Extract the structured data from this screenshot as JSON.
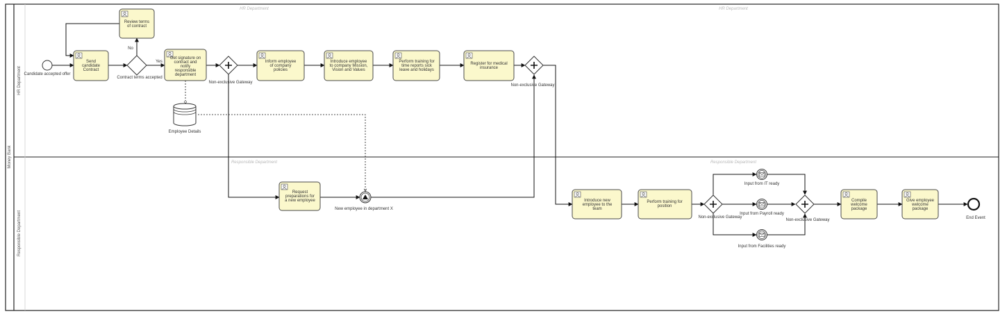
{
  "pool": {
    "label": "Money Bank"
  },
  "lanes": [
    {
      "label": "HR Department",
      "header_left": "HR Department",
      "header_right": "HR Department"
    },
    {
      "label": "Responsible Department",
      "header_left": "Responsible Department",
      "header_right": "Responsible Department"
    }
  ],
  "events": {
    "start": "Candidate accepted offer",
    "intermediate": "New employee in department X",
    "msg_it": "Input from IT ready",
    "msg_payroll": "Input from Payroll ready",
    "msg_facilities": "Input from Facilities ready",
    "end": "End Event"
  },
  "tasks": {
    "send_contract": [
      "Send",
      "candidate",
      "Contract"
    ],
    "review_terms": [
      "Review terms",
      "of contract"
    ],
    "get_signature": [
      "Get signature on",
      "contract and",
      "notify",
      "responsible",
      "department"
    ],
    "inform_policies": [
      "Inform employee",
      "of company",
      "policies"
    ],
    "introduce_mission": [
      "Introduce employee",
      "to company Mission,",
      "Vision and Values"
    ],
    "perform_training_hr": [
      "Perform training for",
      "time reports sick",
      "leave and holidays"
    ],
    "register_insurance": [
      "Register for medical",
      "insurance"
    ],
    "request_prep": [
      "Request",
      "preparations for",
      "a new employee"
    ],
    "introduce_team": [
      "Introduce new",
      "employee to the",
      "team"
    ],
    "training_position": [
      "Perform training for",
      "position"
    ],
    "compile_package": [
      "Compile",
      "welcome",
      "package"
    ],
    "give_package": [
      "Give employee",
      "welcome",
      "package"
    ]
  },
  "gateways": {
    "contract_accepted": "Contract terms accepted",
    "ne1": "Non-exclusive Gateway",
    "ne2": "Non-exclusive Gateway",
    "ne3": "Non-exclusive Gateway",
    "ne4": "Non-exclusive Gateway"
  },
  "edge_labels": {
    "no": "No",
    "yes": "Yes"
  },
  "data_store": {
    "label": "Employee Details"
  },
  "colors": {
    "task_fill": "#fbf8cc",
    "stroke": "#333333"
  }
}
